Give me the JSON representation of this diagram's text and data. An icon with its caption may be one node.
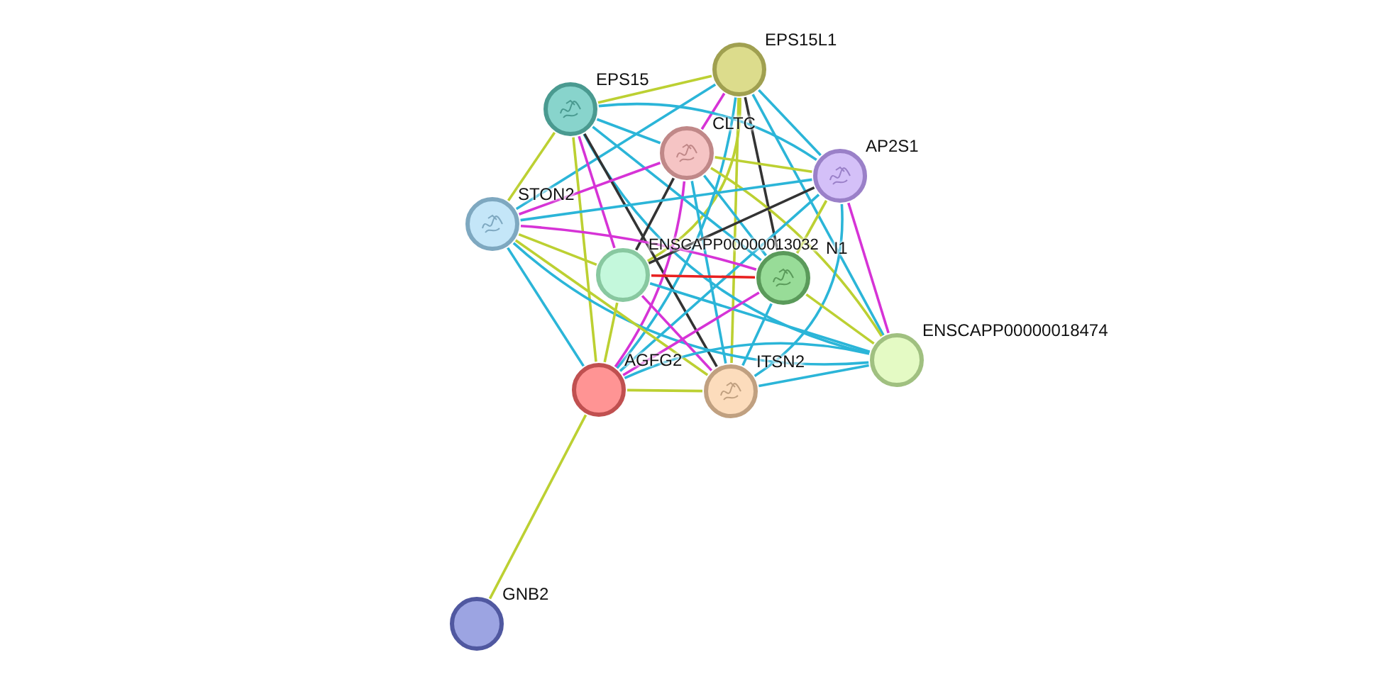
{
  "diagram": {
    "nodes": [
      {
        "text": [
          "EPS15L1"
        ]
      },
      {
        "text": [
          "EPS15"
        ]
      },
      {
        "text": [
          "CLTC"
        ]
      },
      {
        "text": [
          "AP2S1"
        ]
      },
      {
        "text": [
          "STON2"
        ]
      },
      {
        "text": [
          "ENSCAPP00000013032"
        ]
      },
      {
        "text": [
          "N1"
        ]
      },
      {
        "text": [
          "ENSCAPP00000018474"
        ]
      },
      {
        "text": [
          "AGFG2"
        ]
      },
      {
        "text": [
          "ITSN2"
        ]
      },
      {
        "text": [
          "GNB2"
        ]
      }
    ],
    "edges": [
      {
        "from": 0,
        "to": 1,
        "arrow": "none",
        "color": "#bcd032"
      },
      {
        "from": 0,
        "to": 2,
        "arrow": "none",
        "color": "#d633d6"
      },
      {
        "from": 0,
        "to": 3,
        "arrow": "none"
      },
      {
        "from": 0,
        "to": 4,
        "arrow": "none"
      },
      {
        "from": 0,
        "to": 5,
        "arrow": "none",
        "color": "#bcd032"
      },
      {
        "from": 0,
        "to": 6,
        "arrow": "none",
        "color": "#333333"
      },
      {
        "from": 0,
        "to": 7,
        "arrow": "none"
      },
      {
        "from": 0,
        "to": 8,
        "arrow": "none"
      },
      {
        "from": 0,
        "to": 9,
        "arrow": "none",
        "color": "#bcd032"
      },
      {
        "from": 1,
        "to": 2,
        "arrow": "none"
      },
      {
        "from": 1,
        "to": 3,
        "arrow": "none"
      },
      {
        "from": 1,
        "to": 4,
        "arrow": "none",
        "color": "#bcd032"
      },
      {
        "from": 1,
        "to": 5,
        "arrow": "none",
        "color": "#d633d6"
      },
      {
        "from": 1,
        "to": 6,
        "arrow": "none"
      },
      {
        "from": 1,
        "to": 7,
        "arrow": "none"
      },
      {
        "from": 1,
        "to": 8,
        "arrow": "none",
        "color": "#bcd032"
      },
      {
        "from": 1,
        "to": 9,
        "arrow": "none",
        "color": "#333333"
      },
      {
        "from": 2,
        "to": 3,
        "arrow": "none",
        "color": "#bcd032"
      },
      {
        "from": 2,
        "to": 4,
        "arrow": "none",
        "color": "#d633d6"
      },
      {
        "from": 2,
        "to": 5,
        "arrow": "none",
        "color": "#333333"
      },
      {
        "from": 2,
        "to": 6,
        "arrow": "none"
      },
      {
        "from": 2,
        "to": 7,
        "arrow": "none",
        "color": "#bcd032"
      },
      {
        "from": 2,
        "to": 8,
        "arrow": "none",
        "color": "#d633d6"
      },
      {
        "from": 2,
        "to": 9,
        "arrow": "none"
      },
      {
        "from": 3,
        "to": 4,
        "arrow": "none"
      },
      {
        "from": 3,
        "to": 5,
        "arrow": "none",
        "color": "#333333"
      },
      {
        "from": 3,
        "to": 6,
        "arrow": "none",
        "color": "#bcd032"
      },
      {
        "from": 3,
        "to": 7,
        "arrow": "none",
        "color": "#d633d6"
      },
      {
        "from": 3,
        "to": 8,
        "arrow": "none"
      },
      {
        "from": 3,
        "to": 9,
        "arrow": "none"
      },
      {
        "from": 4,
        "to": 5,
        "arrow": "none",
        "color": "#bcd032"
      },
      {
        "from": 4,
        "to": 6,
        "arrow": "none",
        "color": "#d633d6"
      },
      {
        "from": 4,
        "to": 7,
        "arrow": "none"
      },
      {
        "from": 4,
        "to": 8,
        "arrow": "none"
      },
      {
        "from": 4,
        "to": 9,
        "arrow": "none",
        "color": "#bcd032"
      },
      {
        "from": 5,
        "to": 6,
        "arrow": "none",
        "color": "#e82020"
      },
      {
        "from": 5,
        "to": 7,
        "arrow": "none"
      },
      {
        "from": 5,
        "to": 8,
        "arrow": "none",
        "color": "#bcd032"
      },
      {
        "from": 5,
        "to": 9,
        "arrow": "none",
        "color": "#d633d6"
      },
      {
        "from": 6,
        "to": 7,
        "arrow": "none",
        "color": "#bcd032"
      },
      {
        "from": 6,
        "to": 8,
        "arrow": "none",
        "color": "#d633d6"
      },
      {
        "from": 6,
        "to": 9,
        "arrow": "none"
      },
      {
        "from": 7,
        "to": 8,
        "arrow": "none"
      },
      {
        "from": 7,
        "to": 9,
        "arrow": "none"
      },
      {
        "from": 8,
        "to": 9,
        "arrow": "none",
        "color": "#bcd032"
      },
      {
        "from": 8,
        "to": 10,
        "arrow": "none",
        "color": "#bcd032"
      }
    ]
  }
}
